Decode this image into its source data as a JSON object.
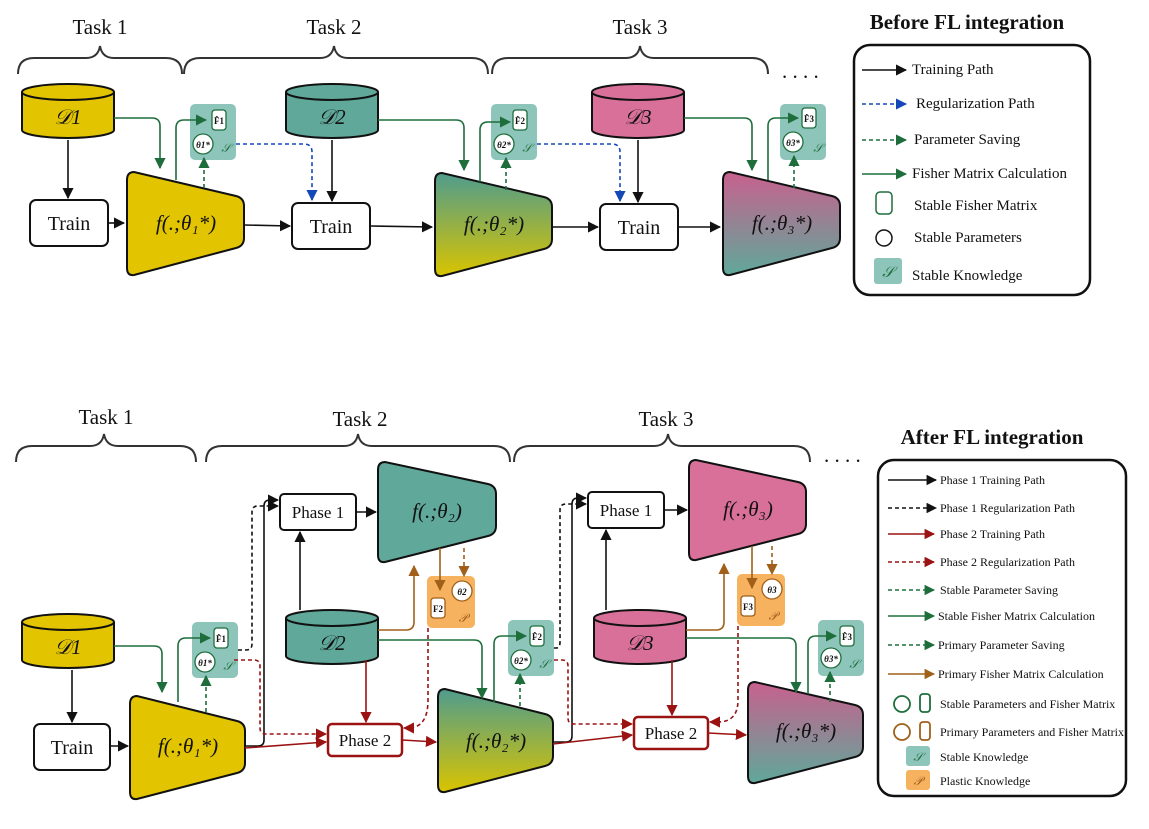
{
  "top": {
    "title": "Before FL integration",
    "tasks": [
      "Task 1",
      "Task 2",
      "Task 3"
    ],
    "ellipsis": ". . . .",
    "datasets": [
      "𝒟1",
      "𝒟2",
      "𝒟3"
    ],
    "train_label": "Train",
    "models": [
      "f(.;θ₁*)",
      "f(.;θ₂*)",
      "f(.;θ₃*)"
    ],
    "stable_fisher": [
      "F̂1",
      "F̂2",
      "F̂3"
    ],
    "stable_params": [
      "θ1*",
      "θ2*",
      "θ3*"
    ],
    "stable_knowledge_symbol": "𝒮",
    "legend": [
      {
        "label": "Training Path",
        "marker": "solid-black-arrow"
      },
      {
        "label": "Regularization Path",
        "marker": "dashed-blue-arrow"
      },
      {
        "label": "Parameter Saving",
        "marker": "dashed-green-arrow"
      },
      {
        "label": "Fisher Matrix Calculation",
        "marker": "solid-green-arrow"
      },
      {
        "label": "Stable Fisher Matrix",
        "marker": "rounded-rectangle"
      },
      {
        "label": "Stable Parameters",
        "marker": "circle"
      },
      {
        "label": "Stable Knowledge",
        "marker": "teal-s-box"
      }
    ]
  },
  "bottom": {
    "title": "After FL integration",
    "tasks": [
      "Task 1",
      "Task 2",
      "Task 3"
    ],
    "ellipsis": ". . . .",
    "datasets": [
      "𝒟1",
      "𝒟2",
      "𝒟3"
    ],
    "train_label": "Train",
    "phase1_label": "Phase 1",
    "phase2_label": "Phase 2",
    "models_stable": [
      "f(.;θ₁*)",
      "f(.;θ₂*)",
      "f(.;θ₃*)"
    ],
    "models_plastic": [
      "f(.;θ₂)",
      "f(.;θ₃)"
    ],
    "stable_fisher": [
      "F̂1",
      "F̂2",
      "F̂3"
    ],
    "stable_params": [
      "θ1*",
      "θ2*",
      "θ3*"
    ],
    "primary_fisher": [
      "F2",
      "F3"
    ],
    "primary_params": [
      "θ2",
      "θ3"
    ],
    "stable_knowledge_symbol": "𝒮",
    "plastic_knowledge_symbol": "𝒫",
    "legend": [
      {
        "label": "Phase 1 Training Path",
        "marker": "solid-black-arrow"
      },
      {
        "label": "Phase 1 Regularization Path",
        "marker": "dashed-black-arrow"
      },
      {
        "label": "Phase 2 Training Path",
        "marker": "solid-red-arrow"
      },
      {
        "label": "Phase 2 Regularization Path",
        "marker": "dashed-red-arrow"
      },
      {
        "label": "Stable Parameter Saving",
        "marker": "dashed-green-arrow"
      },
      {
        "label": "Stable Fisher Matrix Calculation",
        "marker": "solid-green-arrow"
      },
      {
        "label": "Primary Parameter Saving",
        "marker": "dashed-green-arrow"
      },
      {
        "label": "Primary Fisher Matrix Calculation",
        "marker": "solid-brown-arrow"
      },
      {
        "label": "Stable Parameters and Fisher Matrix",
        "marker": "green-circle-rect"
      },
      {
        "label": "Primary Parameters and Fisher Matrix",
        "marker": "brown-circle-rect"
      },
      {
        "label": "Stable Knowledge",
        "marker": "teal-s-box"
      },
      {
        "label": "Plastic Knowledge",
        "marker": "orange-p-box"
      }
    ]
  },
  "colors": {
    "task1": "#e2c500",
    "teal": "#5fa89a",
    "pink": "#d9709a",
    "stable_box": "#8ec5bb",
    "plastic_box": "#f6b25f",
    "green_arrow": "#1e6e3c",
    "blue_arrow": "#1448b8",
    "red_arrow": "#9b1212",
    "brown_arrow": "#a0601a"
  }
}
